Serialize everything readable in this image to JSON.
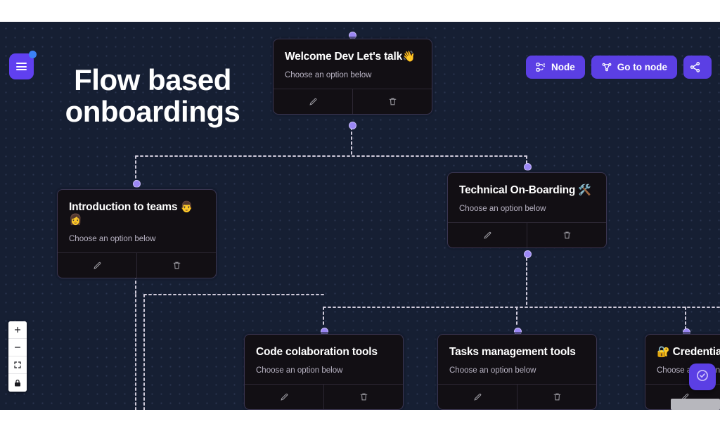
{
  "headline": {
    "line1": "Flow based",
    "line2": "onboardings"
  },
  "menu": {
    "name": "menu-button",
    "badge": true
  },
  "toolbar": {
    "node_label": "Node",
    "goto_label": "Go to node",
    "share_label": ""
  },
  "nodes": [
    {
      "id": "welcome",
      "title": "Welcome Dev Let's talk",
      "emoji": "👋",
      "subtitle": "Choose an option below",
      "edit_label": "",
      "delete_label": ""
    },
    {
      "id": "intro",
      "title": "Introduction to teams",
      "emoji": "👨👩",
      "subtitle": "Choose an option below",
      "edit_label": "",
      "delete_label": ""
    },
    {
      "id": "technical",
      "title": "Technical On-Boarding",
      "emoji": "🛠️",
      "subtitle": "Choose an option below",
      "edit_label": "",
      "delete_label": ""
    },
    {
      "id": "code",
      "title": "Code colaboration tools",
      "emoji": "",
      "subtitle": "Choose an option below",
      "edit_label": "",
      "delete_label": ""
    },
    {
      "id": "tasks",
      "title": "Tasks management tools",
      "emoji": "",
      "subtitle": "Choose an option below",
      "edit_label": "",
      "delete_label": ""
    },
    {
      "id": "creds",
      "title": "Credentials Set-Up",
      "emoji": "🔐",
      "subtitle": "Choose an option below",
      "edit_label": "",
      "delete_label": ""
    }
  ],
  "zoom_controls": {
    "zoom_in": "+",
    "zoom_out": "−",
    "fit_view": "",
    "lock": ""
  },
  "colors": {
    "canvas_bg": "#161f33",
    "dot_grid": "#2b3550",
    "accent_purple": "#5b3fe4",
    "port": "#9b87f5",
    "node_bg": "#120f14",
    "edge": "#cfcada"
  }
}
